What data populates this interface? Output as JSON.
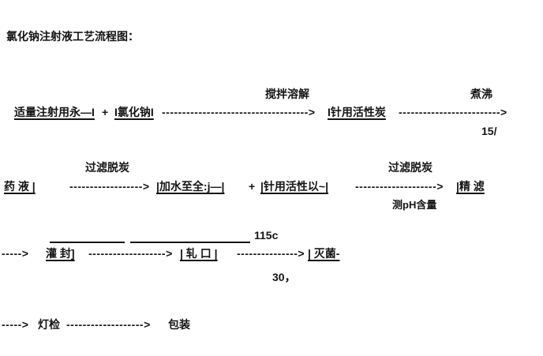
{
  "title": "氯化钠注射液工艺流程图：",
  "row1": {
    "node_water": "适量注射用永—I",
    "plus": "+",
    "node_nacl": "I氯化钠I",
    "arrow1_label": "搅拌溶解",
    "arrow1": "------------------------------------>",
    "node_carbon": "I针用活性炭",
    "arrow2_label": "煮沸",
    "arrow2": "------------------------->",
    "arrow2_sub": "15/"
  },
  "row2": {
    "node_liquid": "药 液 |",
    "arrow1_label": "过滤脱炭",
    "arrow1": "------------------>",
    "node_addwater": "|加水至全:j—|",
    "plus": "+",
    "node_carbon2": "|针用活性以~|",
    "arrow2_label": "过滤脱炭",
    "arrow2": "-------------------->",
    "arrow2_sub": "测pH含量",
    "node_fine_filter": "|精 滤"
  },
  "row3": {
    "arrow0": "----->",
    "node_fill": "灌 封]",
    "arrow1": "------------------->",
    "node_cap": "| 轧 口 |",
    "arrow2": "--------------->",
    "node_sterilize": "| 灭菌-",
    "temp_label": "115c",
    "time_label": "30，"
  },
  "row4": {
    "arrow0": "----->",
    "node_lamp_check": "灯检",
    "arrow1": "------------------->",
    "node_pack": "包装"
  }
}
